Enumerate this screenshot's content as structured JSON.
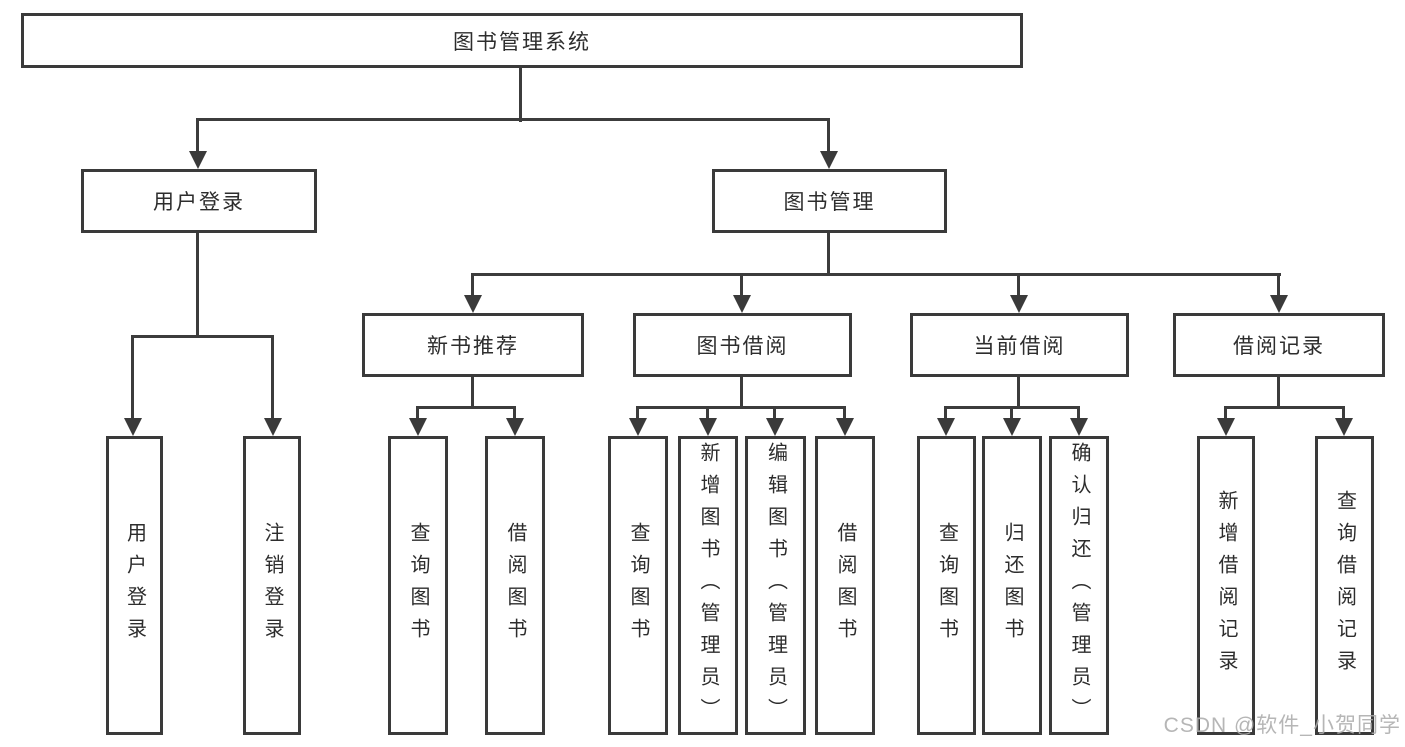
{
  "diagram": {
    "root": {
      "label": "图书管理系统"
    },
    "branches": [
      {
        "label": "用户登录",
        "children": [
          {
            "label": "用户登录"
          },
          {
            "label": "注销登录"
          }
        ]
      },
      {
        "label": "图书管理",
        "children": [
          {
            "label": "新书推荐",
            "children": [
              {
                "label": "查询图书"
              },
              {
                "label": "借阅图书"
              }
            ]
          },
          {
            "label": "图书借阅",
            "children": [
              {
                "label": "查询图书"
              },
              {
                "label": "新增图书（管理员）"
              },
              {
                "label": "编辑图书（管理员）"
              },
              {
                "label": "借阅图书"
              }
            ]
          },
          {
            "label": "当前借阅",
            "children": [
              {
                "label": "查询图书"
              },
              {
                "label": "归还图书"
              },
              {
                "label": "确认归还（管理员）"
              }
            ]
          },
          {
            "label": "借阅记录",
            "children": [
              {
                "label": "新增借阅记录"
              },
              {
                "label": "查询借阅记录"
              }
            ]
          }
        ]
      }
    ]
  },
  "watermark": {
    "text": "CSDN @软件_小贺同学"
  },
  "colors": {
    "line": "#3c3c3c",
    "border": "#3a3a3a",
    "text": "#2d2d2d",
    "watermark": "#acacac",
    "background": "#ffffff"
  }
}
